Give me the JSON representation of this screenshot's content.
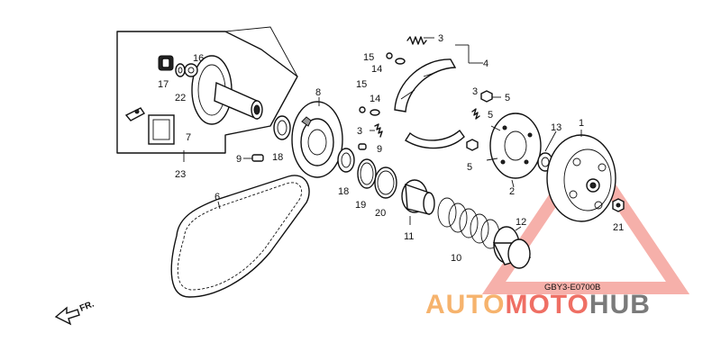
{
  "callouts": [
    {
      "id": "c1",
      "text": "1"
    },
    {
      "id": "c2",
      "text": "2"
    },
    {
      "id": "c3a",
      "text": "3"
    },
    {
      "id": "c3b",
      "text": "3"
    },
    {
      "id": "c3c",
      "text": "3"
    },
    {
      "id": "c4",
      "text": "4"
    },
    {
      "id": "c5a",
      "text": "5"
    },
    {
      "id": "c5b",
      "text": "5"
    },
    {
      "id": "c5c",
      "text": "5"
    },
    {
      "id": "c6",
      "text": "6"
    },
    {
      "id": "c7",
      "text": "7"
    },
    {
      "id": "c8",
      "text": "8"
    },
    {
      "id": "c9a",
      "text": "9"
    },
    {
      "id": "c9b",
      "text": "9"
    },
    {
      "id": "c10",
      "text": "10"
    },
    {
      "id": "c11",
      "text": "11"
    },
    {
      "id": "c12",
      "text": "12"
    },
    {
      "id": "c13",
      "text": "13"
    },
    {
      "id": "c14a",
      "text": "14"
    },
    {
      "id": "c14b",
      "text": "14"
    },
    {
      "id": "c15a",
      "text": "15"
    },
    {
      "id": "c15b",
      "text": "15"
    },
    {
      "id": "c16",
      "text": "16"
    },
    {
      "id": "c17",
      "text": "17"
    },
    {
      "id": "c18a",
      "text": "18"
    },
    {
      "id": "c18b",
      "text": "18"
    },
    {
      "id": "c19",
      "text": "19"
    },
    {
      "id": "c20",
      "text": "20"
    },
    {
      "id": "c21",
      "text": "21"
    },
    {
      "id": "c22",
      "text": "22"
    },
    {
      "id": "c23",
      "text": "23"
    }
  ],
  "diagram_code": "GBY3-E0700B",
  "direction_label": "FR.",
  "watermark": {
    "part1": "AUTO",
    "part2": "MOTO",
    "part3": "HUB",
    "colors": {
      "part1": "#f6b36d",
      "part2": "#ef6f64",
      "part3": "#7a7a7a",
      "triangle": "#ef6f64"
    }
  }
}
